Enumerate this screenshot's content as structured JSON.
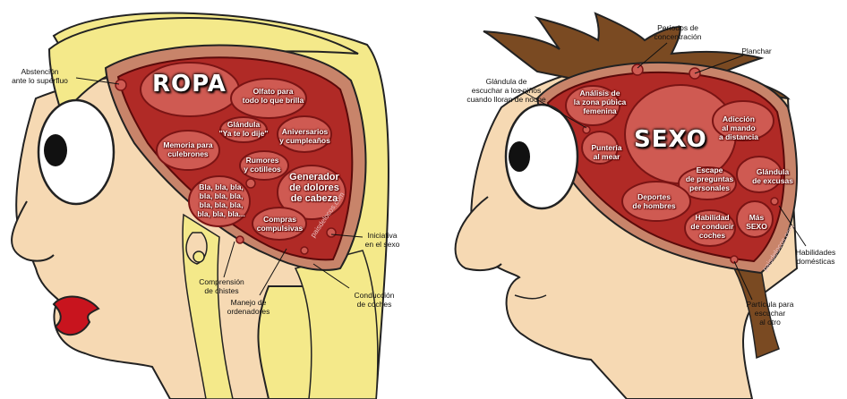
{
  "woman": {
    "title": "ROPA",
    "inside": {
      "olfato": "Olfato para\ntodo lo que brilla",
      "memoria": "Memoria para\nculebrones",
      "glandula": "Glándula\n\"Ya te lo dije\"",
      "aniversarios": "Aniversarios\ny cumpleaños",
      "rumores": "Rumores\ny cotilleos",
      "generador": "Generador\nde dolores\nde cabeza",
      "bla": "Bla, bla, bla,\nbla, bla, bla,\nbla, bla, bla,\nbla, bla, bla...",
      "compras": "Compras\ncompulsivas"
    },
    "outside": {
      "abstencion": "Abstención\nante lo supérfluo",
      "iniciativa": "Iniciativa\nen el sexo",
      "comprension": "Comprensión\nde chistes",
      "manejo": "Manejo de\nordenadores",
      "conduccion": "Conducción\nde coches"
    },
    "watermark": "paisdelocos.com"
  },
  "man": {
    "title": "SEXO",
    "inside": {
      "analisis": "Análisis de\nla zona púbica\nfemenina",
      "punteria": "Puntería\nal mear",
      "adiccion": "Adicción\nal mando\na distancia",
      "escape": "Escape\nde preguntas\npersonales",
      "glandula_excusas": "Glándula\nde excusas",
      "deportes": "Deportes\nde hombres",
      "habilidad": "Habilidad\nde conducir\ncoches",
      "mas_sexo": "Más\nSEXO"
    },
    "outside": {
      "periodos": "Períodos de\nconcentración",
      "planchar": "Planchar",
      "glandula_ninos": "Glándula de\nescuchar a los niños\ncuando lloran de noche",
      "habilidades": "Habilidades\ndomésticas",
      "particula": "Partícula para\nescuchar\nal otro"
    },
    "watermark": "paisdelocos.com"
  },
  "colors": {
    "brain_fill": "#b02a26",
    "brain_lobe": "#cf5a52",
    "brain_dark": "#7a1414",
    "skull": "#c8846a",
    "skin": "#f6d9b3",
    "hair_woman": "#f4e98a",
    "hair_man": "#7a4a22",
    "lips": "#c8141e"
  }
}
